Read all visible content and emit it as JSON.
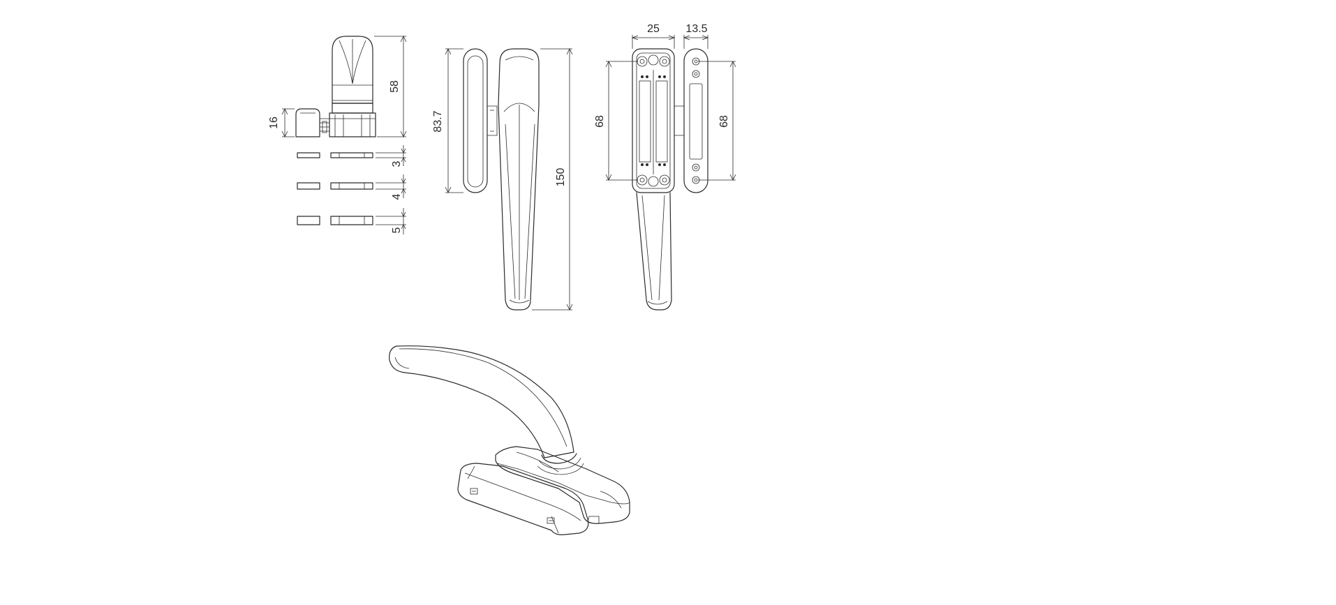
{
  "dimensions": {
    "side_height": "58",
    "base_height": "16",
    "spacer_a": "3",
    "spacer_b": "4",
    "spacer_c": "5",
    "front_handle_height": "83.7",
    "overall_length": "150",
    "rear_width": "25",
    "plate_width": "13.5",
    "rear_hole_spacing": "68",
    "plate_hole_spacing": "68"
  },
  "colors": {
    "line": "#2a2a2a",
    "background": "#ffffff"
  }
}
